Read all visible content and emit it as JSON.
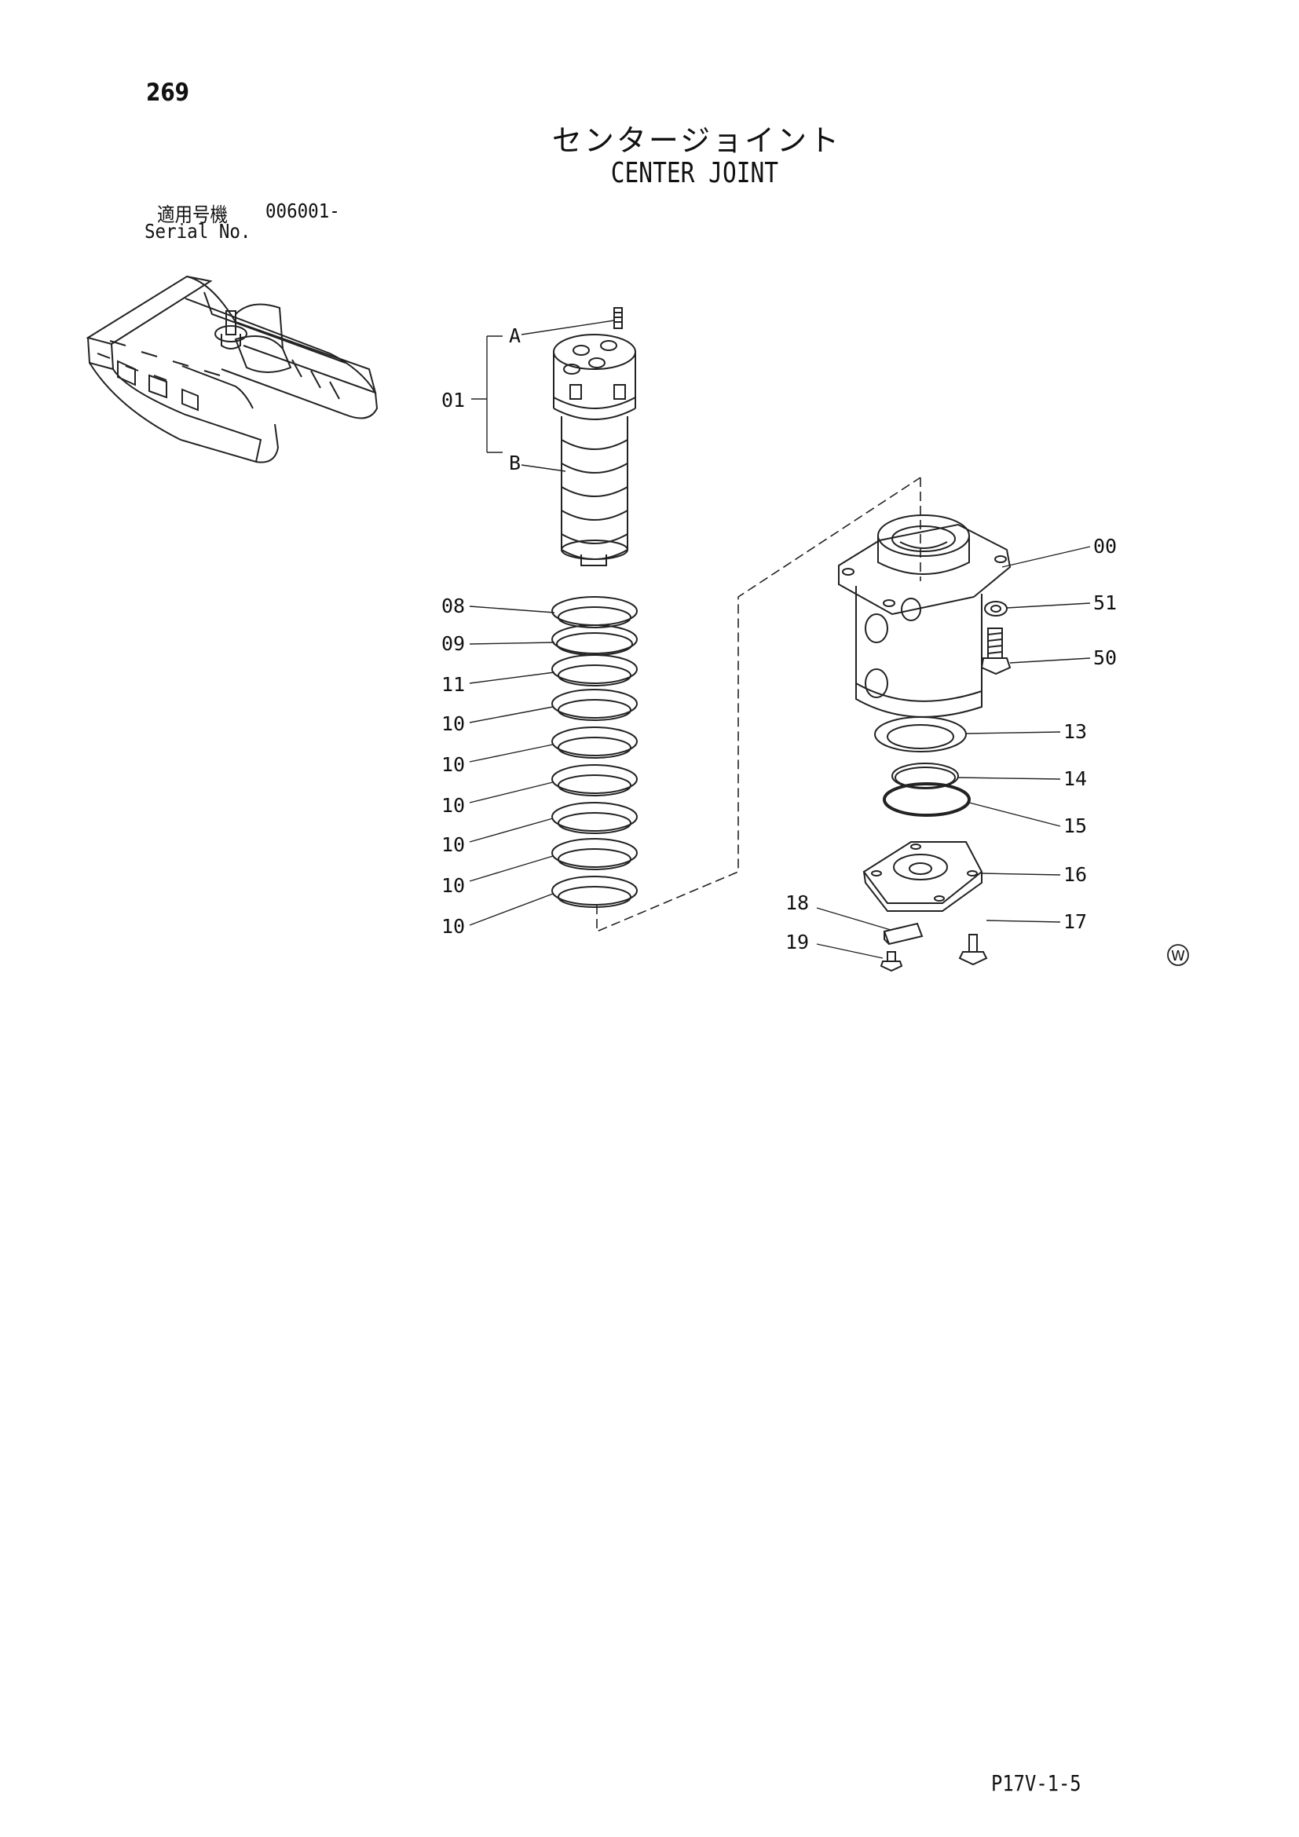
{
  "page": {
    "number": "269",
    "title_jp": "センタージョイント",
    "title_en": "CENTER JOINT",
    "serial_label_jp": "適用号機",
    "serial_value": "006001-",
    "serial_label_en": "Serial No.",
    "footer_code": "P17V-1-5"
  },
  "diagram": {
    "group_labels": [
      "A",
      "B"
    ],
    "callouts_left": [
      "01",
      "08",
      "09",
      "11",
      "10",
      "10",
      "10",
      "10",
      "10",
      "10"
    ],
    "callouts_right": [
      "00",
      "51",
      "50",
      "13",
      "14",
      "15",
      "16",
      "17"
    ],
    "callouts_bottom": [
      "18",
      "19"
    ],
    "watermark_symbol": "W"
  }
}
